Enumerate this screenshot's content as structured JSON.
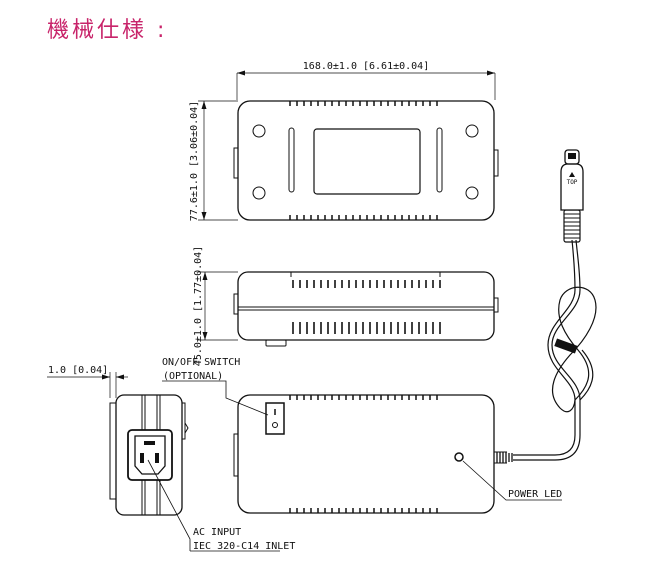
{
  "title": "機械仕様 :",
  "dimensions": {
    "length": "168.0±1.0  [6.61±0.04]",
    "width": "77.6±1.0 [3.06±0.04]",
    "height": "45.0±1.0 [1.77±0.04]",
    "flange": "1.0 [0.04]"
  },
  "labels": {
    "switch_line1": "ON/OFF SWITCH",
    "switch_line2": "(OPTIONAL)",
    "power_led": "POWER LED",
    "ac_line1": "AC INPUT",
    "ac_line2": "IEC 320-C14 INLET",
    "connector_top": "TOP"
  },
  "colors": {
    "title": "#c8246a",
    "line": "#111111"
  }
}
